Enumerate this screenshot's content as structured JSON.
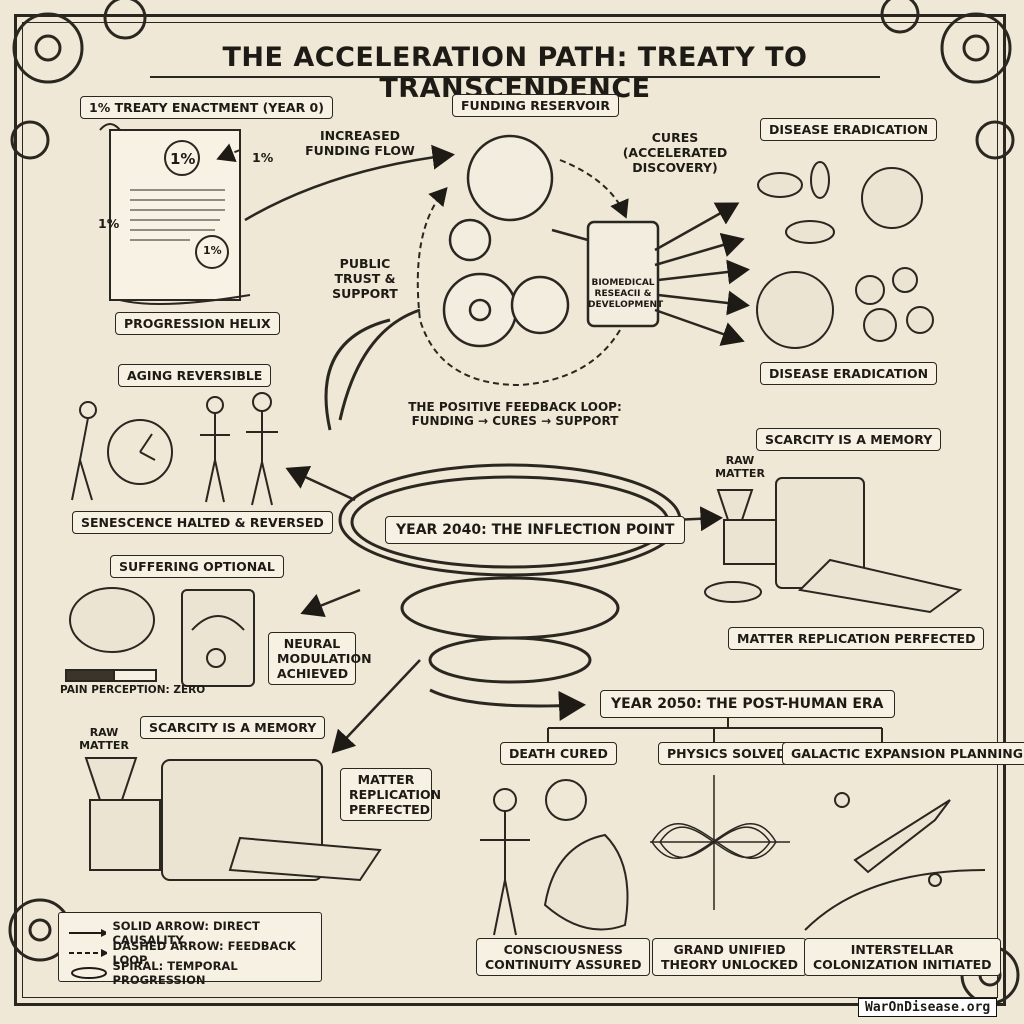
{
  "title": "THE ACCELERATION PATH: TREATY TO TRANSCENDENCE",
  "labels": {
    "treaty": "1% TREATY ENACTMENT (YEAR 0)",
    "treaty_badge": "1%",
    "treaty_side_left": "1%",
    "treaty_side_right": "1%",
    "treaty_seal": "1%",
    "progression_helix": "PROGRESSION HELIX",
    "increased_funding": "INCREASED\nFUNDING FLOW",
    "funding_reservoir": "FUNDING RESERVOIR",
    "cures": "CURES\n(ACCELERATED\nDISCOVERY)",
    "public_trust": "PUBLIC\nTRUST &\nSUPPORT",
    "biomedical": "BIOMEDICAL\nRESEACII &\nDEVELOPMENT",
    "disease_top": "DISEASE ERADICATION",
    "disease_bottom": "DISEASE ERADICATION",
    "feedback_loop": "THE POSITIVE FEEDBACK LOOP:\nFUNDING → CURES → SUPPORT",
    "aging_reversible": "AGING REVERSIBLE",
    "senescence": "SENESCENCE HALTED & REVERSED",
    "scarcity_right": "SCARCITY IS A MEMORY",
    "raw_matter_right": "RAW\nMATTER",
    "matter_right": "MATTER REPLICATION PERFECTED",
    "inflection": "YEAR 2040: THE INFLECTION POINT",
    "suffering": "SUFFERING OPTIONAL",
    "neural": "NEURAL\nMODULATION\nACHIEVED",
    "pain": "PAIN PERCEPTION: ZERO",
    "scarcity_left": "SCARCITY IS A MEMORY",
    "raw_matter_left": "RAW\nMATTER",
    "matter_left": "MATTER\nREPLICATION\nPERFECTED",
    "post_human": "YEAR 2050: THE POST-HUMAN ERA",
    "death_cured": "DEATH CURED",
    "physics_solved": "PHYSICS SOLVED",
    "galactic": "GALACTIC EXPANSION PLANNING",
    "consciousness": "CONSCIOUSNESS\nCONTINUITY ASSURED",
    "grand_unified": "GRAND UNIFIED\nTHEORY UNLOCKED",
    "interstellar": "INTERSTELLAR\nCOLONIZATION INITIATED"
  },
  "legend": {
    "solid": "SOLID ARROW: DIRECT CAUSALITY",
    "dashed": "DASHED ARROW: FEEDBACK LOOP",
    "spiral": "SPIRAL: TEMPORAL PROGRESSION"
  },
  "watermark": "WarOnDisease.org",
  "colors": {
    "paper": "#efe8d6",
    "ink": "#1e1b16",
    "label_bg": "#f6f1e3"
  }
}
